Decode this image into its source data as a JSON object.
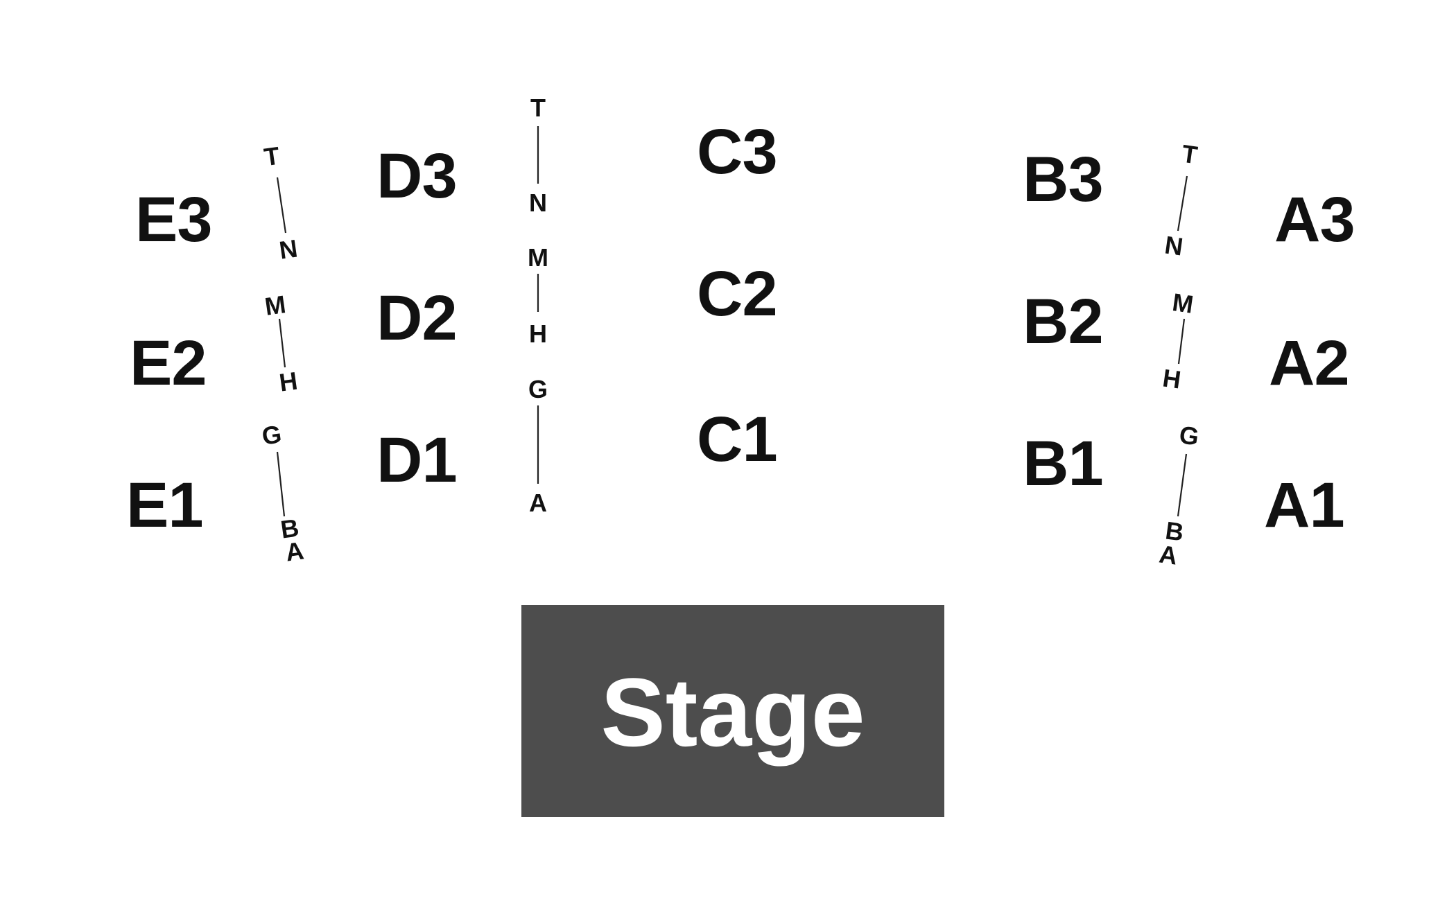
{
  "sections": {
    "A1": "A1",
    "A2": "A2",
    "A3": "A3",
    "B1": "B1",
    "B2": "B2",
    "B3": "B3",
    "C1": "C1",
    "C2": "C2",
    "C3": "C3",
    "D1": "D1",
    "D2": "D2",
    "D3": "D3",
    "E1": "E1",
    "E2": "E2",
    "E3": "E3"
  },
  "rows": {
    "T": "T",
    "N": "N",
    "M": "M",
    "H": "H",
    "G": "G",
    "B": "B",
    "A": "A"
  },
  "stage": {
    "label": "Stage",
    "color": "#4d4d4d"
  }
}
